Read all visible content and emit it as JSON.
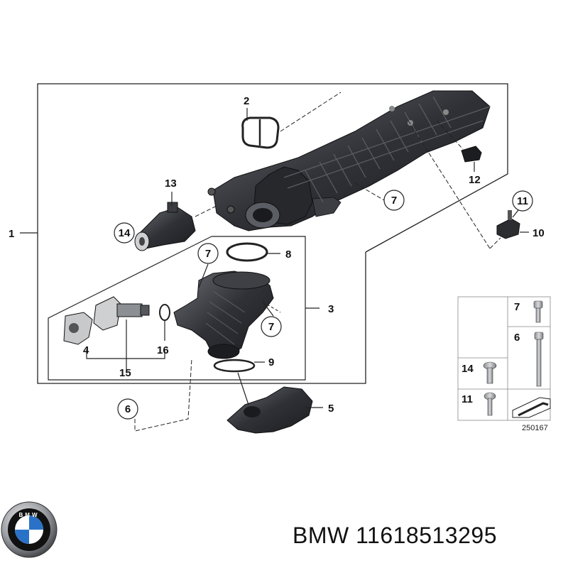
{
  "callouts": {
    "c1": "1",
    "c2": "2",
    "c3": "3",
    "c4": "4",
    "c5": "5",
    "c6": "6",
    "c7a": "7",
    "c7b": "7",
    "c7c": "7",
    "c8": "8",
    "c9": "9",
    "c10": "10",
    "c11": "11",
    "c12": "12",
    "c13": "13",
    "c14": "14",
    "c15": "15",
    "c16": "16"
  },
  "legend": {
    "row7": "7",
    "row6": "6",
    "row14": "14",
    "row11": "11",
    "code": "250167"
  },
  "footer": {
    "text": "BMW 11618513295",
    "logo_letters": "BMW"
  },
  "colors": {
    "part_dark": "#2b2d31",
    "part_mid": "#4a4c52",
    "line": "#222222",
    "bmw_blue": "#2a72c8"
  }
}
